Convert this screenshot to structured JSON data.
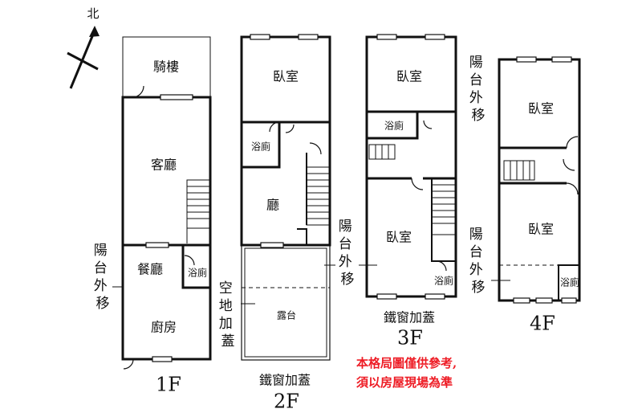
{
  "compass": {
    "label": "北"
  },
  "floor1": {
    "title": "1F",
    "rooms": {
      "arcade": "騎樓",
      "living": "客廳",
      "dining": "餐廳",
      "bath": "浴廁",
      "kitchen": "廚房"
    },
    "balcony_note": "陽台外移"
  },
  "floor2": {
    "title": "2F",
    "rooms": {
      "bedroom": "臥室",
      "bath": "浴廁",
      "hall": "廳",
      "terrace": "露台"
    },
    "vacant_note": "空地加蓋",
    "balcony_note": "陽台外移",
    "window_note": "鐵窗加蓋"
  },
  "floor3": {
    "title": "3F",
    "rooms": {
      "bedroom_front": "臥室",
      "bath_upper": "浴廁",
      "bedroom_back": "臥室",
      "bath_lower": "浴廁"
    },
    "balcony_note": "陽台外移",
    "window_note": "鐵窗加蓋"
  },
  "floor4": {
    "title": "4F",
    "rooms": {
      "bedroom_front": "臥室",
      "bedroom_back": "臥室",
      "bath": "浴廁"
    },
    "balcony_note": "陽台外移"
  },
  "disclaimer": {
    "line1": "本格局圖僅供參考,",
    "line2": "須以房屋現場為準"
  },
  "colors": {
    "wall": "#111111",
    "note": "#ee1c25",
    "background": "#ffffff"
  }
}
